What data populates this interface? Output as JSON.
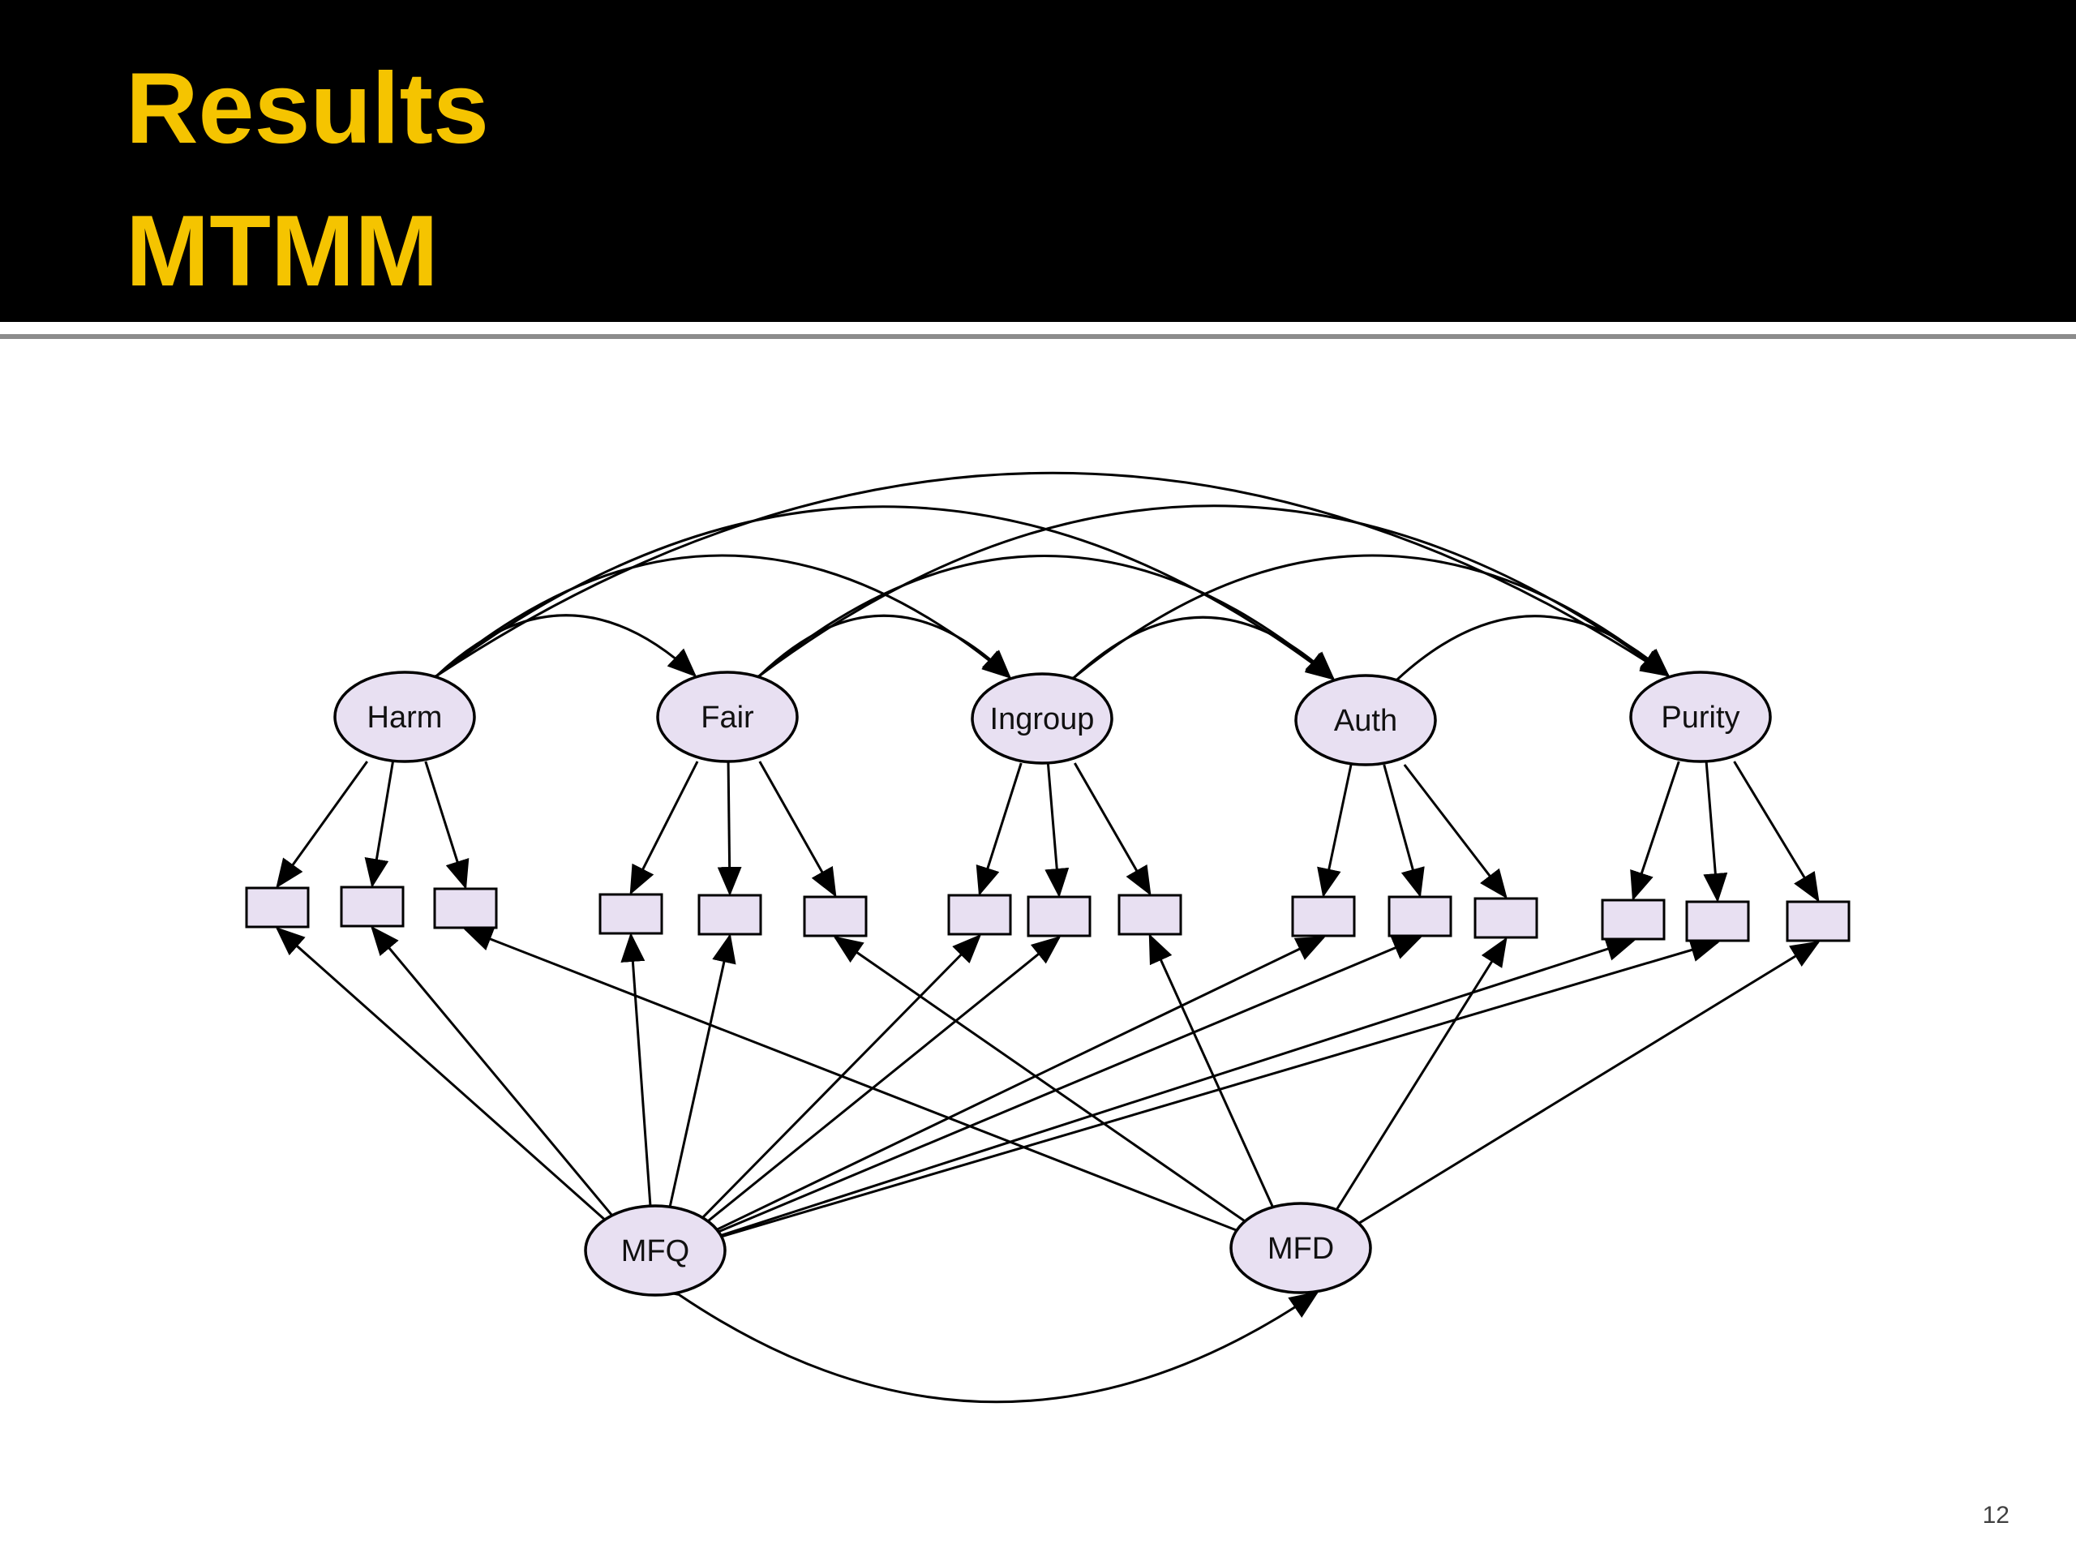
{
  "slide": {
    "title_line_1": "Results",
    "title_line_2": "MTMM",
    "slide_number": "12"
  },
  "diagram": {
    "traits": [
      {
        "id": "harm",
        "label": "Harm"
      },
      {
        "id": "fair",
        "label": "Fair"
      },
      {
        "id": "ingroup",
        "label": "Ingroup"
      },
      {
        "id": "auth",
        "label": "Auth"
      },
      {
        "id": "purity",
        "label": "Purity"
      }
    ],
    "methods": [
      {
        "id": "mfq",
        "label": "MFQ"
      },
      {
        "id": "mfd",
        "label": "MFD"
      }
    ],
    "indicators_per_trait": 3,
    "method_loadings": {
      "mfq": [
        0,
        1,
        3,
        4,
        6,
        7,
        9,
        10,
        12,
        13
      ],
      "mfd": [
        2,
        5,
        8,
        11,
        14
      ]
    }
  },
  "colors": {
    "header_bg": "#000000",
    "title": "#f5c400",
    "node_fill": "#e8e0f2",
    "stroke": "#000000"
  }
}
